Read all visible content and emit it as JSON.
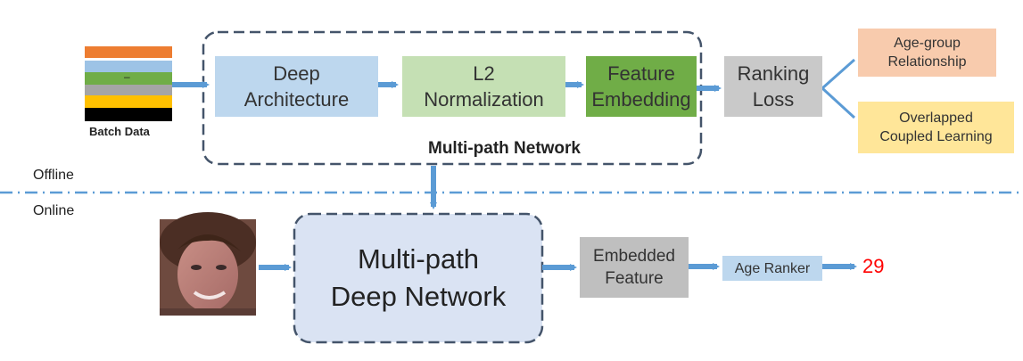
{
  "colors": {
    "arrow": "#5b9bd5",
    "dash_border": "#44546a",
    "separator": "#5b9bd5",
    "deep_arch": "#bdd7ee",
    "l2_norm": "#c5e0b4",
    "feature_embedding": "#70ad47",
    "ranking_loss": "#c9c9c9",
    "age_group": "#f8cbad",
    "overlapped": "#ffe699",
    "multipath_fill": "#dae3f3",
    "embedded_feature": "#bfbfbf",
    "age_ranker": "#bdd7ee",
    "result": "#ff0000"
  },
  "batch_data": {
    "label": "Batch Data",
    "mid_mark": "–",
    "strip_colors": [
      "#ed7d31",
      "#ffffff",
      "#9dc3e6",
      "#70ad47",
      "#a5a5a5",
      "#ffc000",
      "#000000"
    ]
  },
  "offline": {
    "deep_architecture": "Deep\nArchitecture",
    "l2_normalization": "L2\nNormalization",
    "feature_embedding": "Feature\nEmbedding",
    "group_label": "Multi-path Network",
    "ranking_loss": "Ranking\nLoss",
    "age_group": "Age-group\nRelationship",
    "overlapped": "Overlapped\nCoupled Learning"
  },
  "labels": {
    "offline": "Offline",
    "online": "Online"
  },
  "online": {
    "face_photo": "face-photo",
    "multipath_deep": "Multi-path\nDeep Network",
    "embedded_feature": "Embedded\nFeature",
    "age_ranker": "Age Ranker",
    "result": "29"
  }
}
